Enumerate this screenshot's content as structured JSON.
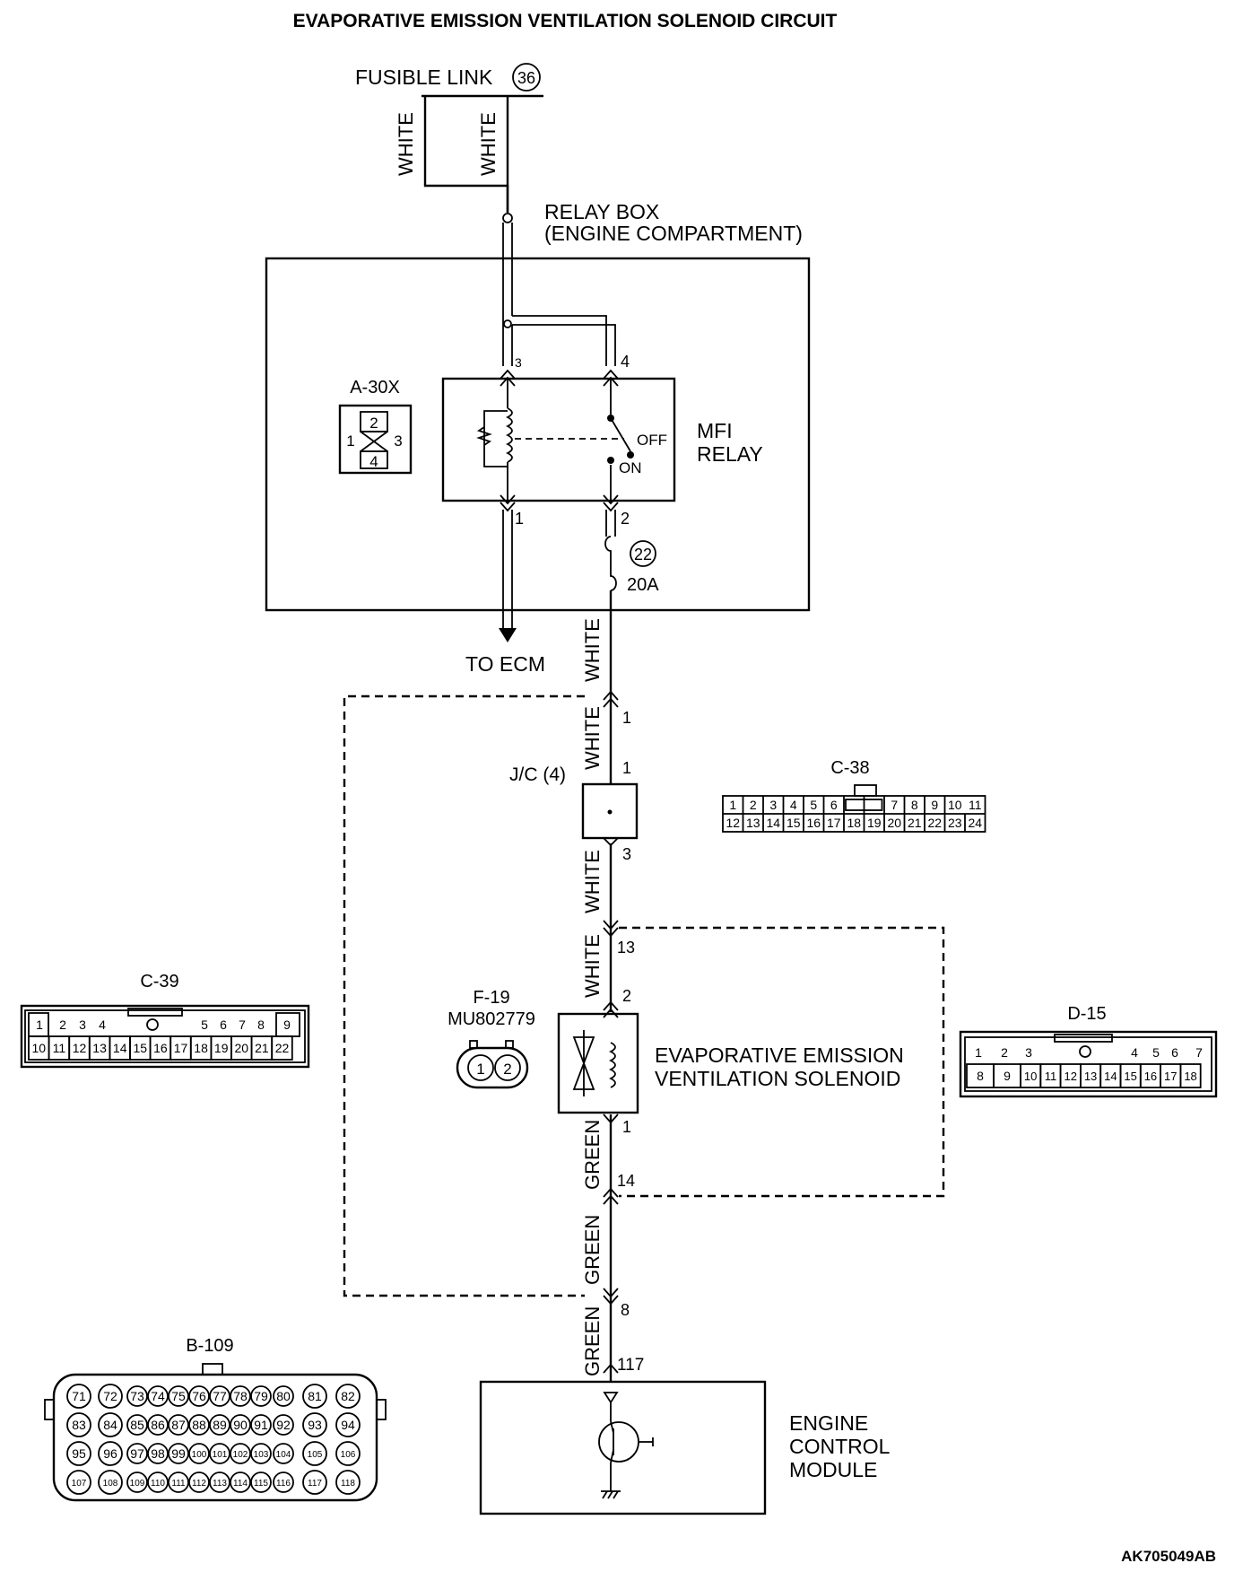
{
  "title": "EVAPORATIVE EMISSION VENTILATION SOLENOID CIRCUIT",
  "fusible_link": {
    "label": "FUSIBLE LINK",
    "number": "36"
  },
  "wire_colors": {
    "white": "WHITE",
    "green": "GREEN"
  },
  "relay_box": {
    "line1": "RELAY BOX",
    "line2": "(ENGINE COMPARTMENT)"
  },
  "mfi_relay": {
    "line1": "MFI",
    "line2": "RELAY",
    "terminals": {
      "t1": "1",
      "t2": "2",
      "t3": "3",
      "t4": "4"
    },
    "switch_off": "OFF",
    "switch_on": "ON"
  },
  "connector_a30x": {
    "label": "A-30X",
    "pins": [
      "1",
      "2",
      "3",
      "4"
    ]
  },
  "fuse": {
    "number": "22",
    "rating": "20A"
  },
  "to_ecm": "TO ECM",
  "jc": {
    "label": "J/C (4)",
    "in_pin": "1",
    "out_pin": "3"
  },
  "harness_pins": {
    "top": "1",
    "p13": "13",
    "p14": "14",
    "p8": "8"
  },
  "solenoid": {
    "line1": "EVAPORATIVE EMISSION",
    "line2": "VENTILATION SOLENOID",
    "pin_in": "2",
    "pin_out": "1",
    "connector": "F-19",
    "part_number": "MU802779",
    "connector_pins": [
      "1",
      "2"
    ]
  },
  "connector_c38": {
    "label": "C-38",
    "row1": [
      "1",
      "2",
      "3",
      "4",
      "5",
      "6",
      "",
      "7",
      "8",
      "9",
      "10",
      "11"
    ],
    "row2": [
      "12",
      "13",
      "14",
      "15",
      "16",
      "17",
      "18",
      "19",
      "20",
      "21",
      "22",
      "23",
      "24"
    ]
  },
  "connector_c39": {
    "label": "C-39",
    "row1": [
      "1",
      "2",
      "3",
      "4",
      "5",
      "6",
      "7",
      "8",
      "9"
    ],
    "row2": [
      "10",
      "11",
      "12",
      "13",
      "14",
      "15",
      "16",
      "17",
      "18",
      "19",
      "20",
      "21",
      "22"
    ]
  },
  "connector_d15": {
    "label": "D-15",
    "row1": [
      "1",
      "2",
      "3",
      "4",
      "5",
      "6",
      "7"
    ],
    "row2": [
      "8",
      "9",
      "10",
      "11",
      "12",
      "13",
      "14",
      "15",
      "16",
      "17",
      "18"
    ]
  },
  "connector_b109": {
    "label": "B-109",
    "row1": [
      "71",
      "72",
      "73",
      "74",
      "75",
      "76",
      "77",
      "78",
      "79",
      "80",
      "81",
      "82"
    ],
    "row2": [
      "83",
      "84",
      "85",
      "86",
      "87",
      "88",
      "89",
      "90",
      "91",
      "92",
      "93",
      "94"
    ],
    "row3": [
      "95",
      "96",
      "97",
      "98",
      "99",
      "100",
      "101",
      "102",
      "103",
      "104",
      "105",
      "106"
    ],
    "row4": [
      "107",
      "108",
      "109",
      "110",
      "111",
      "112",
      "113",
      "114",
      "115",
      "116",
      "117",
      "118"
    ]
  },
  "ecm": {
    "line1": "ENGINE",
    "line2": "CONTROL",
    "line3": "MODULE",
    "pin": "117"
  },
  "figure_code": "AK705049AB"
}
